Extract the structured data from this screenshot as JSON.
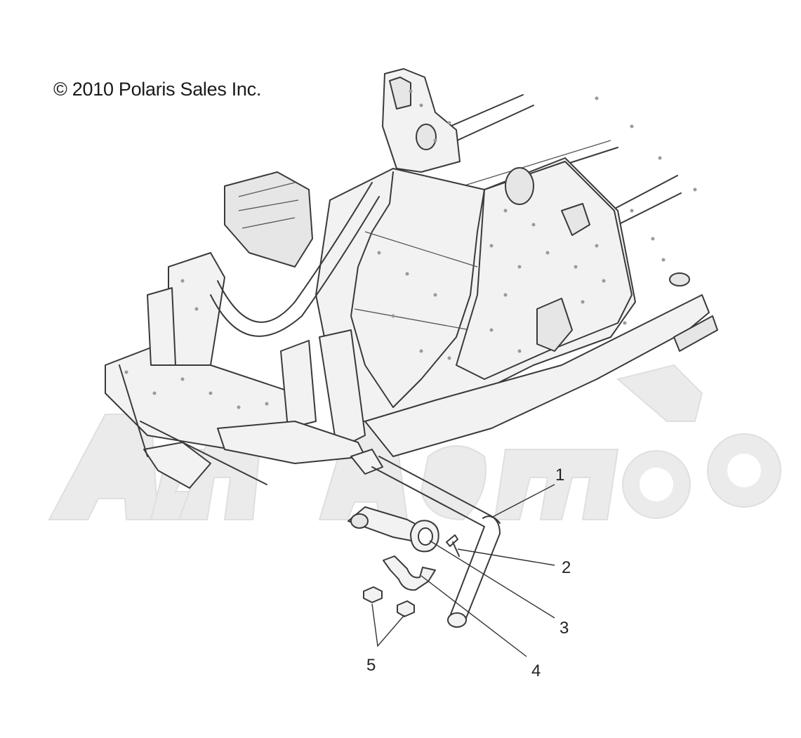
{
  "copyright": "© 2010 Polaris Sales Inc.",
  "watermark": "AcmeMoto",
  "callouts": [
    {
      "id": "1",
      "label": "1"
    },
    {
      "id": "2",
      "label": "2"
    },
    {
      "id": "3",
      "label": "3"
    },
    {
      "id": "4",
      "label": "4"
    },
    {
      "id": "5",
      "label": "5"
    }
  ],
  "colors": {
    "line": "#3a3a3a",
    "panel": "#f2f2f2",
    "watermark": "#e9e9e9"
  }
}
